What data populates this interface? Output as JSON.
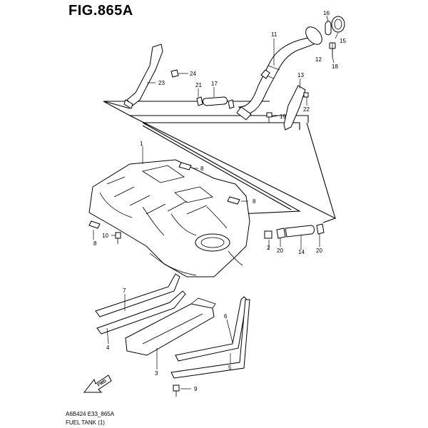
{
  "figure": {
    "title": "FIG.865A",
    "code": "A6B424 E33_865A",
    "caption": "FUEL TANK (1)"
  },
  "fwd_label": "FWD",
  "callouts": [
    {
      "id": "c1",
      "label": "1"
    },
    {
      "id": "c2",
      "label": "2"
    },
    {
      "id": "c3",
      "label": "3"
    },
    {
      "id": "c4",
      "label": "4"
    },
    {
      "id": "c5",
      "label": "5"
    },
    {
      "id": "c6",
      "label": "6"
    },
    {
      "id": "c7",
      "label": "7"
    },
    {
      "id": "c8a",
      "label": "8"
    },
    {
      "id": "c8b",
      "label": "8"
    },
    {
      "id": "c8c",
      "label": "8"
    },
    {
      "id": "c9",
      "label": "9"
    },
    {
      "id": "c10",
      "label": "10"
    },
    {
      "id": "c11",
      "label": "11"
    },
    {
      "id": "c12",
      "label": "12"
    },
    {
      "id": "c13",
      "label": "13"
    },
    {
      "id": "c14",
      "label": "14"
    },
    {
      "id": "c15",
      "label": "15"
    },
    {
      "id": "c16",
      "label": "16"
    },
    {
      "id": "c17",
      "label": "17"
    },
    {
      "id": "c18",
      "label": "18"
    },
    {
      "id": "c19",
      "label": "19"
    },
    {
      "id": "c20a",
      "label": "20"
    },
    {
      "id": "c20b",
      "label": "20"
    },
    {
      "id": "c21",
      "label": "21"
    },
    {
      "id": "c22",
      "label": "22"
    },
    {
      "id": "c23",
      "label": "23"
    },
    {
      "id": "c24",
      "label": "24"
    }
  ]
}
